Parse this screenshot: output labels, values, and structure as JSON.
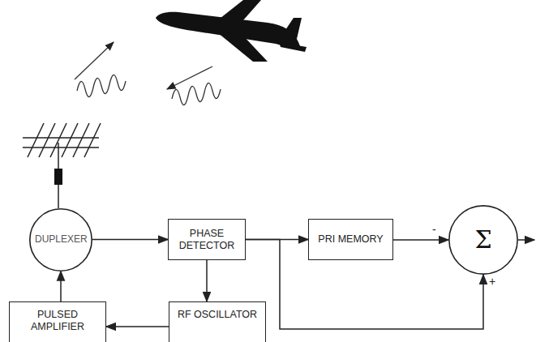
{
  "diagram": {
    "nodes": [
      {
        "text": [
          "DUPLEXER"
        ]
      },
      {
        "text": [
          "PHASE DETECTOR"
        ]
      },
      {
        "text": [
          "PRI MEMORY"
        ]
      },
      {
        "text": [
          "Σ"
        ]
      },
      {
        "text": [
          "PULSED AMPLIFIER"
        ]
      },
      {
        "text": [
          "RF OSCILLATOR"
        ]
      }
    ],
    "edges": [
      {
        "from": 0,
        "to": 1,
        "arrow": "to"
      },
      {
        "from": 1,
        "to": 2,
        "arrow": "to"
      },
      {
        "from": 2,
        "to": 3,
        "arrow": "to"
      },
      {
        "from": 1,
        "to": 3,
        "arrow": "to"
      },
      {
        "from": 1,
        "to": 5,
        "arrow": "to"
      },
      {
        "from": 5,
        "to": 4,
        "arrow": "to"
      },
      {
        "from": 4,
        "to": 0,
        "arrow": "to"
      }
    ],
    "labels": [
      "-",
      "+"
    ]
  }
}
